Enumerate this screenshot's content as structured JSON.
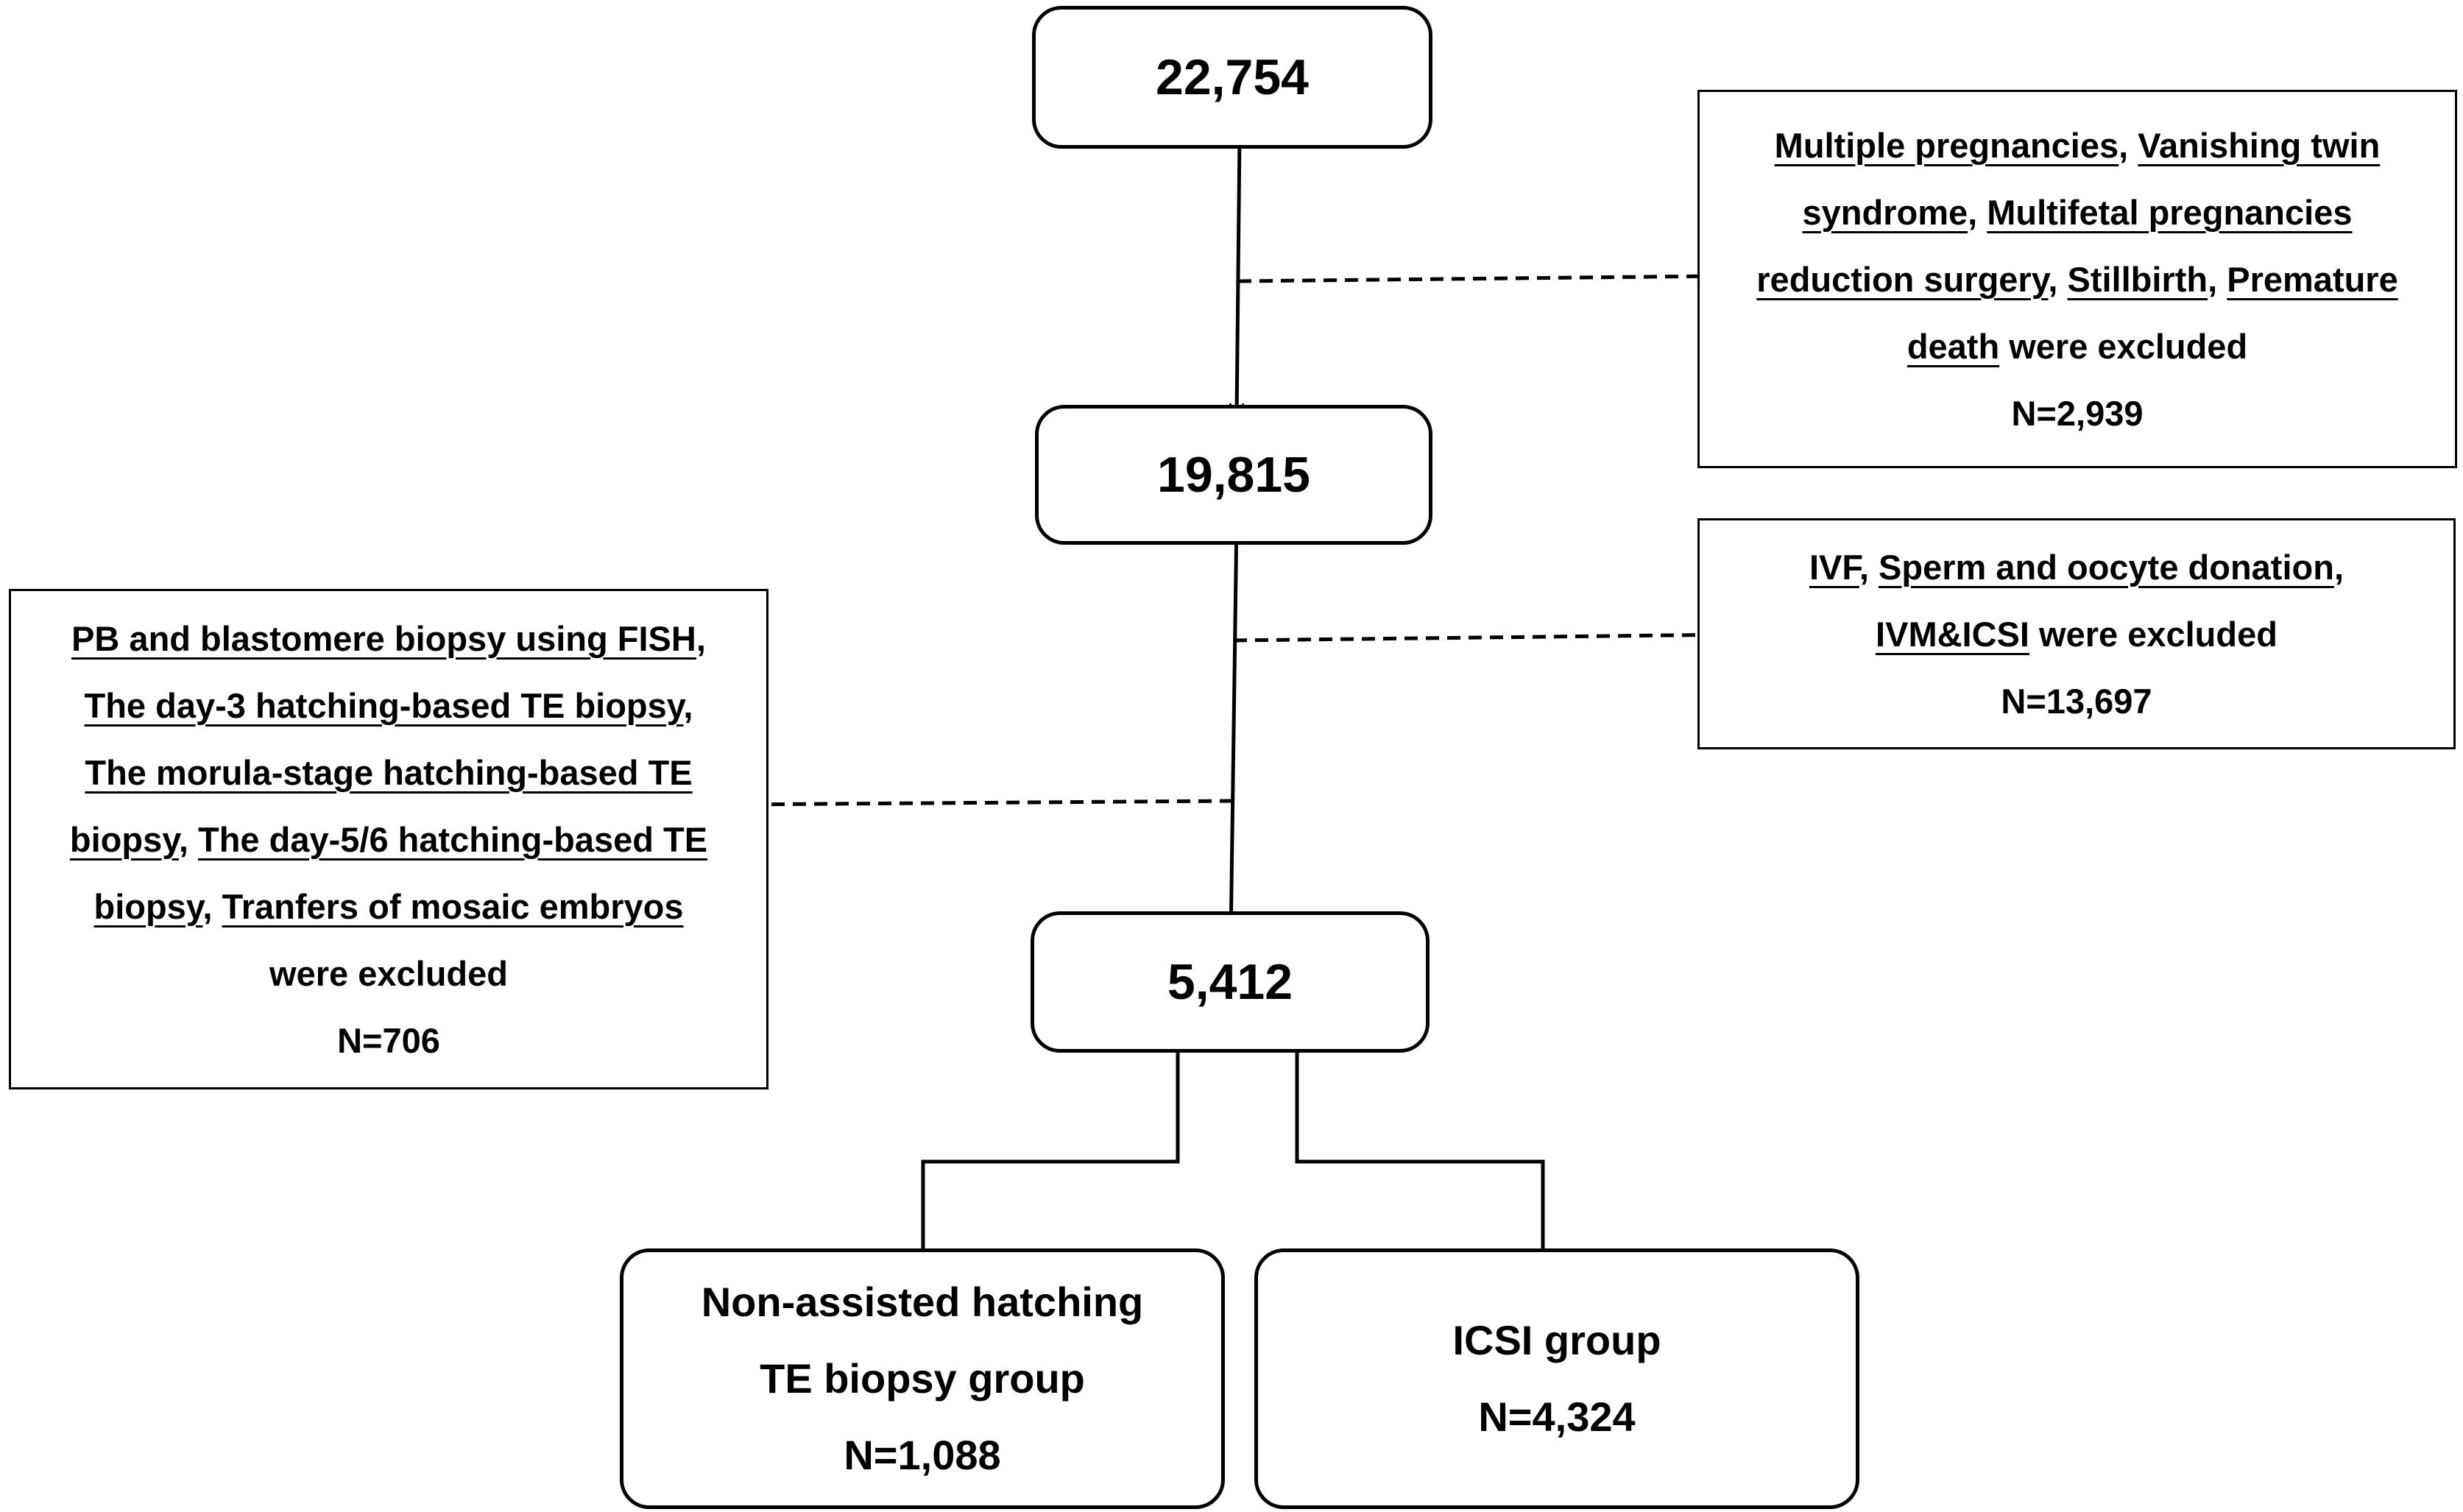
{
  "flow": {
    "total": "22,754",
    "after_first_exclusion": "19,815",
    "final": "5,412",
    "groups": {
      "nah": {
        "line1": "Non-assisted hatching",
        "line2": "TE biopsy group",
        "n": "N=1,088"
      },
      "icsi": {
        "line1": "ICSI group",
        "n": "N=4,324"
      }
    }
  },
  "exclusions": {
    "first": {
      "l1": {
        "a": "Multiple pregnancies",
        "b": ", ",
        "c": "Vanishing twin"
      },
      "l2": {
        "a": "syndrome",
        "b": ", ",
        "c": "Multifetal pregnancies"
      },
      "l3": {
        "a": "reduction surgery",
        "b": ", ",
        "c": "Stillbirth",
        "d": ", ",
        "e": "Premature"
      },
      "l4": {
        "a": "death",
        "b": " were excluded"
      },
      "n": "N=2,939"
    },
    "second": {
      "l1": {
        "a": "IVF",
        "b": ", ",
        "c": "Sperm and oocyte donation",
        "d": ","
      },
      "l2": {
        "a": "IVM&ICSI",
        "b": " were excluded"
      },
      "n": "N=13,697"
    },
    "third": {
      "l1": {
        "a": "PB and blastomere biopsy using FISH",
        "b": ","
      },
      "l2": {
        "a": "The day-3 hatching-based TE biopsy",
        "b": ","
      },
      "l3": {
        "a": "The morula-stage hatching-based TE"
      },
      "l4": {
        "a": "biopsy",
        "b": ", ",
        "c": "The day-5/6 hatching-based TE"
      },
      "l5": {
        "a": "biopsy",
        "b": ",  ",
        "c": "Tranfers of mosaic embryos"
      },
      "l6": {
        "a": "were excluded"
      },
      "n": "N=706"
    }
  }
}
